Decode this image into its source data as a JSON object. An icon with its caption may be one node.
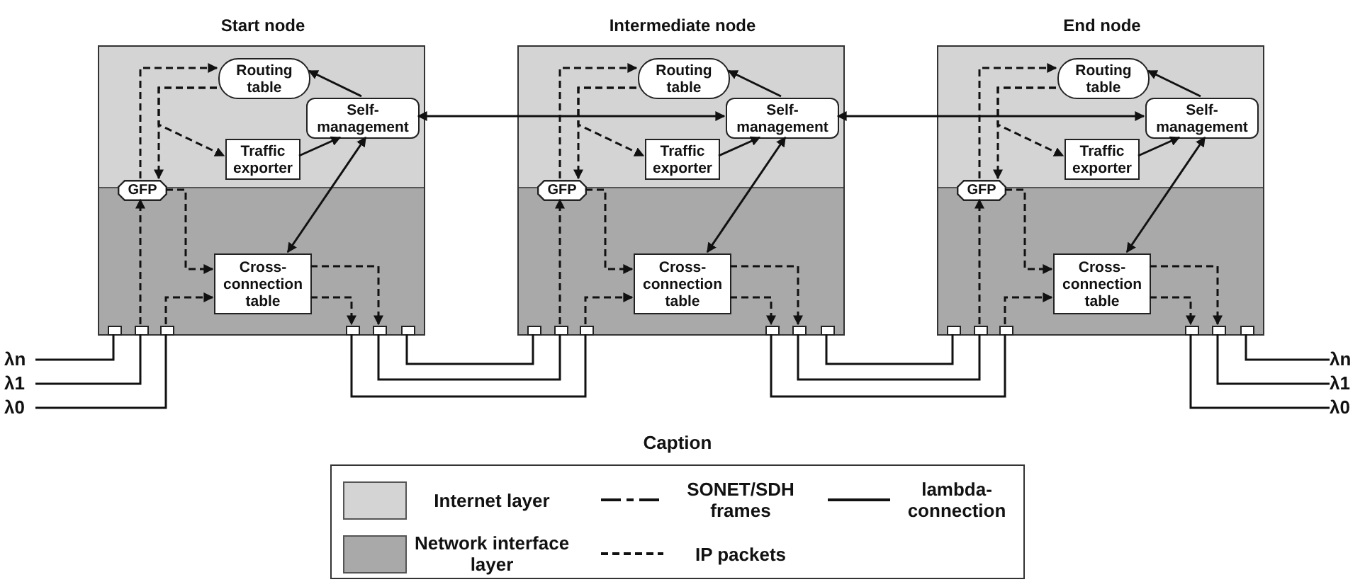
{
  "diagram": {
    "nodes": [
      {
        "text": [
          "Start node"
        ]
      },
      {
        "text": [
          "Routing table"
        ],
        "in": 0
      },
      {
        "text": [
          "Self-management"
        ],
        "in": 0
      },
      {
        "text": [
          "Traffic exporter"
        ],
        "in": 0
      },
      {
        "text": [
          "GFP"
        ],
        "in": 0
      },
      {
        "text": [
          "Cross-connection table"
        ],
        "in": 0
      },
      {
        "text": [],
        "shape": "box",
        "in": 0
      },
      {
        "text": [],
        "shape": "box",
        "in": 0
      },
      {
        "text": [],
        "shape": "box",
        "in": 0
      },
      {
        "text": [],
        "shape": "box",
        "in": 0
      },
      {
        "text": [],
        "shape": "box",
        "in": 0
      },
      {
        "text": [],
        "shape": "box",
        "in": 0
      },
      {
        "text": [
          "Intermediate node"
        ]
      },
      {
        "text": [
          "Routing table"
        ],
        "in": 12
      },
      {
        "text": [
          "Self-management"
        ],
        "in": 12
      },
      {
        "text": [
          "Traffic exporter"
        ],
        "in": 12
      },
      {
        "text": [
          "GFP"
        ],
        "in": 12
      },
      {
        "text": [
          "Cross-connection table"
        ],
        "in": 12
      },
      {
        "text": [],
        "shape": "box",
        "in": 12
      },
      {
        "text": [],
        "shape": "box",
        "in": 12
      },
      {
        "text": [],
        "shape": "box",
        "in": 12
      },
      {
        "text": [],
        "shape": "box",
        "in": 12
      },
      {
        "text": [],
        "shape": "box",
        "in": 12
      },
      {
        "text": [],
        "shape": "box",
        "in": 12
      },
      {
        "text": [
          "End node"
        ]
      },
      {
        "text": [
          "Routing table"
        ],
        "in": 24
      },
      {
        "text": [
          "Self-management"
        ],
        "in": 24
      },
      {
        "text": [
          "Traffic exporter"
        ],
        "in": 24
      },
      {
        "text": [
          "GFP"
        ],
        "in": 24
      },
      {
        "text": [
          "Cross-connection table"
        ],
        "in": 24
      },
      {
        "text": [],
        "shape": "box",
        "in": 24
      },
      {
        "text": [],
        "shape": "box",
        "in": 24
      },
      {
        "text": [],
        "shape": "box",
        "in": 24
      },
      {
        "text": [],
        "shape": "box",
        "in": 24
      },
      {
        "text": [],
        "shape": "box",
        "in": 24
      },
      {
        "text": [],
        "shape": "box",
        "in": 24
      },
      {
        "text": [
          "λn"
        ]
      },
      {
        "text": [
          "λ1"
        ]
      },
      {
        "text": [
          "λ0"
        ]
      },
      {
        "text": [
          "λn"
        ]
      },
      {
        "text": [
          "λ1"
        ]
      },
      {
        "text": [
          "λ0"
        ]
      }
    ],
    "edges": [
      {
        "from": 4,
        "to": 1,
        "arrow": "to",
        "style": "dashed"
      },
      {
        "from": 1,
        "to": 4,
        "arrow": "to",
        "style": "dashed"
      },
      {
        "from": 1,
        "to": 3,
        "arrow": "to",
        "style": "dashed"
      },
      {
        "from": 2,
        "to": 1,
        "arrow": "to"
      },
      {
        "from": 3,
        "to": 2,
        "arrow": "to"
      },
      {
        "from": 2,
        "to": 5,
        "arrow": "both"
      },
      {
        "from": 4,
        "to": 5,
        "arrow": "to",
        "style": "dashed"
      },
      {
        "from": 7,
        "to": 4,
        "arrow": "to",
        "style": "dashed"
      },
      {
        "from": 8,
        "to": 5,
        "arrow": "to",
        "style": "dashed"
      },
      {
        "from": 5,
        "to": 10,
        "arrow": "to",
        "style": "dashed"
      },
      {
        "from": 5,
        "to": 9,
        "arrow": "to",
        "style": "dashed"
      },
      {
        "from": 16,
        "to": 13,
        "arrow": "to",
        "style": "dashed"
      },
      {
        "from": 13,
        "to": 16,
        "arrow": "to",
        "style": "dashed"
      },
      {
        "from": 13,
        "to": 15,
        "arrow": "to",
        "style": "dashed"
      },
      {
        "from": 14,
        "to": 13,
        "arrow": "to"
      },
      {
        "from": 15,
        "to": 14,
        "arrow": "to"
      },
      {
        "from": 14,
        "to": 17,
        "arrow": "both"
      },
      {
        "from": 16,
        "to": 17,
        "arrow": "to",
        "style": "dashed"
      },
      {
        "from": 19,
        "to": 16,
        "arrow": "to",
        "style": "dashed"
      },
      {
        "from": 20,
        "to": 17,
        "arrow": "to",
        "style": "dashed"
      },
      {
        "from": 17,
        "to": 22,
        "arrow": "to",
        "style": "dashed"
      },
      {
        "from": 17,
        "to": 21,
        "arrow": "to",
        "style": "dashed"
      },
      {
        "from": 28,
        "to": 25,
        "arrow": "to",
        "style": "dashed"
      },
      {
        "from": 25,
        "to": 28,
        "arrow": "to",
        "style": "dashed"
      },
      {
        "from": 25,
        "to": 27,
        "arrow": "to",
        "style": "dashed"
      },
      {
        "from": 26,
        "to": 25,
        "arrow": "to"
      },
      {
        "from": 27,
        "to": 26,
        "arrow": "to"
      },
      {
        "from": 26,
        "to": 29,
        "arrow": "both"
      },
      {
        "from": 28,
        "to": 29,
        "arrow": "to",
        "style": "dashed"
      },
      {
        "from": 31,
        "to": 28,
        "arrow": "to",
        "style": "dashed"
      },
      {
        "from": 32,
        "to": 29,
        "arrow": "to",
        "style": "dashed"
      },
      {
        "from": 29,
        "to": 34,
        "arrow": "to",
        "style": "dashed"
      },
      {
        "from": 29,
        "to": 33,
        "arrow": "to",
        "style": "dashed"
      },
      {
        "from": 36,
        "to": 6,
        "arrow": "none"
      },
      {
        "from": 37,
        "to": 7,
        "arrow": "none"
      },
      {
        "from": 38,
        "to": 8,
        "arrow": "none"
      },
      {
        "from": 9,
        "to": 20,
        "arrow": "none"
      },
      {
        "from": 10,
        "to": 19,
        "arrow": "none"
      },
      {
        "from": 11,
        "to": 18,
        "arrow": "none"
      },
      {
        "from": 21,
        "to": 32,
        "arrow": "none"
      },
      {
        "from": 22,
        "to": 31,
        "arrow": "none"
      },
      {
        "from": 23,
        "to": 30,
        "arrow": "none"
      },
      {
        "from": 2,
        "to": 14,
        "arrow": "both"
      },
      {
        "from": 14,
        "to": 26,
        "arrow": "both"
      },
      {
        "from": 35,
        "to": 39,
        "arrow": "none"
      },
      {
        "from": 34,
        "to": 40,
        "arrow": "none"
      },
      {
        "from": 33,
        "to": 41,
        "arrow": "none"
      }
    ],
    "labels": [
      "Caption"
    ],
    "legend": [
      {
        "text": "Internet layer",
        "color": "#d4d4d4"
      },
      {
        "text": "SONET/SDH frames"
      },
      {
        "text": "lambda-connection"
      },
      {
        "text": "Network interface layer",
        "color": "#a9a9a9"
      },
      {
        "text": "IP packets"
      }
    ]
  }
}
